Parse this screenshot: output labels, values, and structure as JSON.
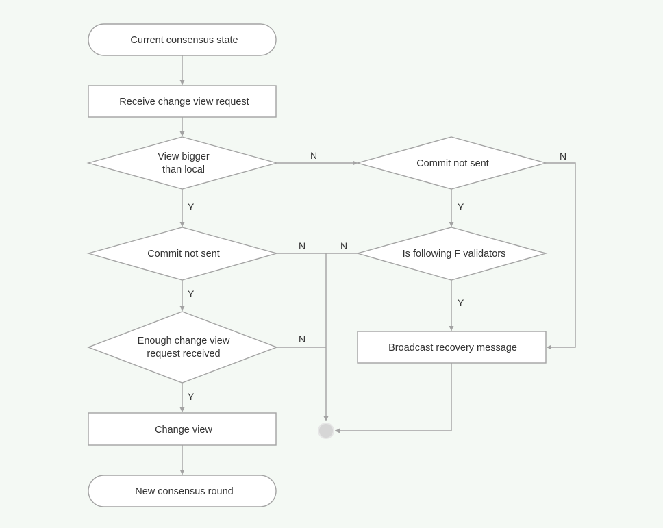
{
  "nodes": {
    "start": "Current consensus state",
    "receive": "Receive change view request",
    "view_bigger": [
      "View bigger",
      "than local"
    ],
    "commit_left": "Commit not sent",
    "enough": [
      "Enough change view",
      "request received"
    ],
    "change_view": "Change view",
    "new_round": "New consensus round",
    "commit_right": "Commit not sent",
    "following": "Is following F validators",
    "broadcast": "Broadcast recovery message"
  },
  "labels": {
    "yes": "Y",
    "no": "N"
  }
}
